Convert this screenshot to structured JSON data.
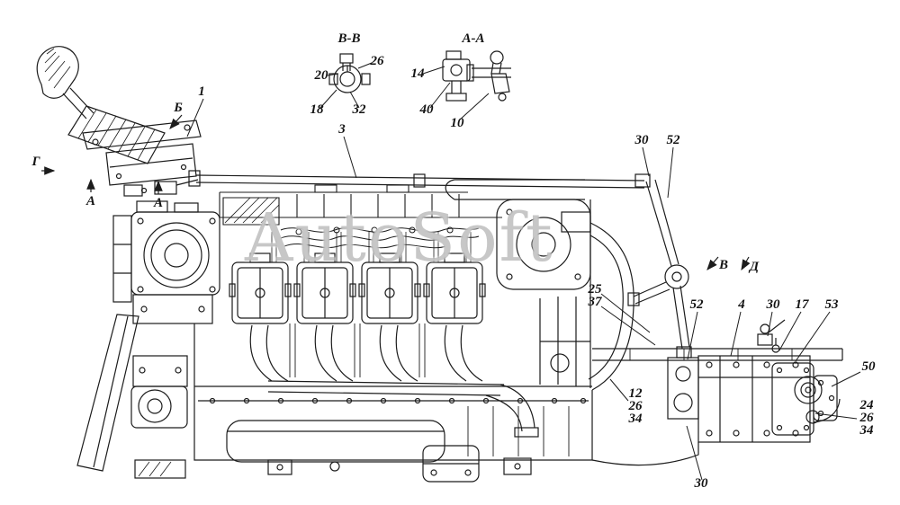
{
  "watermark": "AutoSoft",
  "diagram": {
    "sections": [
      {
        "text": "В-В"
      },
      {
        "text": "А-А"
      },
      {
        "text": "Б"
      },
      {
        "text": "Г"
      },
      {
        "text": "А"
      },
      {
        "text": "А"
      },
      {
        "text": "В"
      },
      {
        "text": "Д"
      }
    ],
    "callouts": [
      {
        "text": "1"
      },
      {
        "text": "20"
      },
      {
        "text": "26"
      },
      {
        "text": "18"
      },
      {
        "text": "32"
      },
      {
        "text": "14"
      },
      {
        "text": "40"
      },
      {
        "text": "10"
      },
      {
        "text": "3"
      },
      {
        "text": "30"
      },
      {
        "text": "52"
      },
      {
        "text": "25"
      },
      {
        "text": "37"
      },
      {
        "text": "52"
      },
      {
        "text": "4"
      },
      {
        "text": "30"
      },
      {
        "text": "17"
      },
      {
        "text": "53"
      },
      {
        "text": "50"
      },
      {
        "text": "12"
      },
      {
        "text": "26"
      },
      {
        "text": "34"
      },
      {
        "text": "24"
      },
      {
        "text": "26"
      },
      {
        "text": "34"
      },
      {
        "text": "30"
      }
    ]
  }
}
